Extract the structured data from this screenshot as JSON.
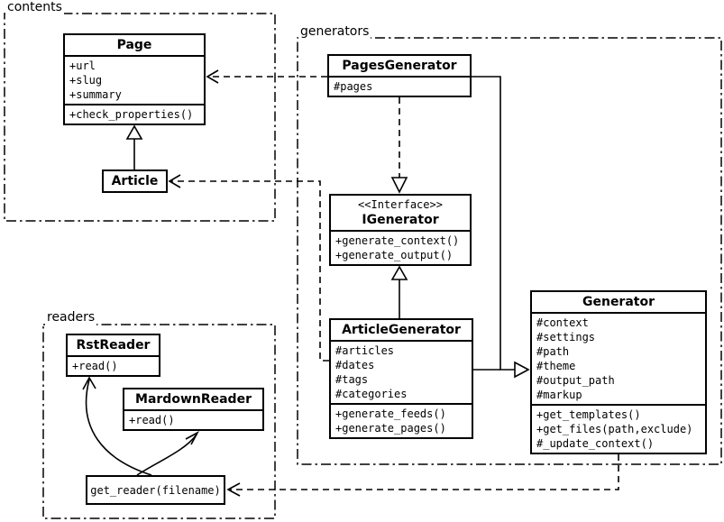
{
  "packages": {
    "contents": {
      "label": "contents"
    },
    "generators": {
      "label": "generators"
    },
    "readers": {
      "label": "readers"
    }
  },
  "classes": {
    "page": {
      "title": "Page",
      "attributes": [
        "+url",
        "+slug",
        "+summary"
      ],
      "methods": [
        "+check_properties()"
      ]
    },
    "article": {
      "title": "Article"
    },
    "pages_generator": {
      "title": "PagesGenerator",
      "attributes": [
        "#pages"
      ]
    },
    "igenerator": {
      "stereotype": "<<Interface>>",
      "title": "IGenerator",
      "methods": [
        "+generate_context()",
        "+generate_output()"
      ]
    },
    "article_generator": {
      "title": "ArticleGenerator",
      "attributes": [
        "#articles",
        "#dates",
        "#tags",
        "#categories"
      ],
      "methods": [
        "+generate_feeds()",
        "+generate_pages()"
      ]
    },
    "generator": {
      "title": "Generator",
      "attributes": [
        "#context",
        "#settings",
        "#path",
        "#theme",
        "#output_path",
        "#markup"
      ],
      "methods": [
        "+get_templates()",
        "+get_files(path,exclude)",
        "#_update_context()"
      ]
    },
    "rst_reader": {
      "title": "RstReader",
      "methods": [
        "+read()"
      ]
    },
    "markdown_reader": {
      "title": "MardownReader",
      "methods": [
        "+read()"
      ]
    },
    "get_reader": {
      "title": "get_reader(filename)"
    }
  },
  "colors": {
    "line": "#000000",
    "background": "#ffffff"
  }
}
